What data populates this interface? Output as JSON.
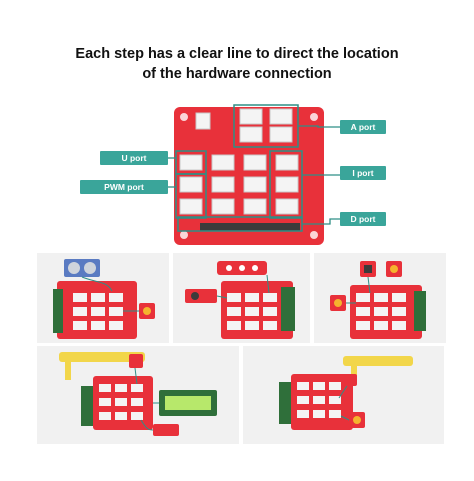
{
  "title": {
    "line1": "Each step has a clear line to direct the location",
    "line2": "of the hardware connection"
  },
  "hero": {
    "labels": {
      "u_port": "U port",
      "pwm_port": "PWM port",
      "a_port": "A port",
      "i_port": "I port",
      "d_port": "D port"
    },
    "colors": {
      "board": "#e8313a",
      "label_bg": "#3aa59a",
      "connector": "#f4f4f4",
      "line": "#2e8f86"
    }
  },
  "examples": [
    {
      "name": "ultrasonic-sensor-example"
    },
    {
      "name": "button-module-example"
    },
    {
      "name": "led-module-example"
    },
    {
      "name": "soil-sensor-lcd-example"
    },
    {
      "name": "soil-sensor-example"
    }
  ]
}
